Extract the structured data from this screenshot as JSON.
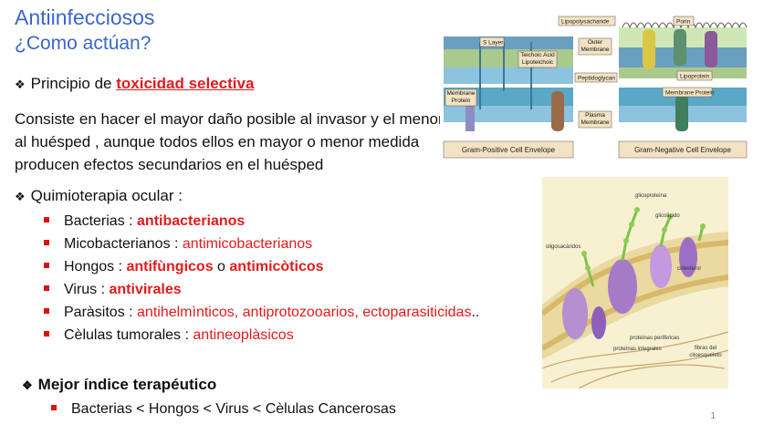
{
  "title": {
    "line1": "Antiinfecciosos",
    "line2": "¿Como actúan?"
  },
  "principio": {
    "prefix": "Principio de ",
    "highlight": "toxicidad selectiva"
  },
  "paragraph": "Consiste en hacer el mayor daño posible al invasor y el menor al huésped , aunque todos ellos en mayor o menor medida producen efectos secundarios en el huésped",
  "quimio": {
    "heading": "Quimioterapia ocular :",
    "items": [
      {
        "label": "Bacterias : ",
        "value": "antibacterianos"
      },
      {
        "label": "Micobacterianos : ",
        "value": "antimicobacterianos"
      },
      {
        "label": "Hongos : ",
        "value": "antifùngicos",
        "mid": " o ",
        "value2": "antimicòticos"
      },
      {
        "label": "Virus : ",
        "value": "antivirales"
      },
      {
        "label": "Paràsitos : ",
        "value": "antihelmìnticos, antiprotozooarios, ectoparasiticidas",
        "suffix": ".."
      },
      {
        "label": "Cèlulas tumorales : ",
        "value": "antineoplàsicos"
      }
    ]
  },
  "indice": {
    "heading": "Mejor índice terapéutico",
    "item": "Bacterias < Hongos < Virus < Cèlulas Cancerosas"
  },
  "page_number": "1",
  "figure_envelope": {
    "labels": {
      "lipo": "Lipopolysacharide",
      "porin": "Porin",
      "slayer": "S Layer",
      "outer": "Outer Membrane",
      "teichoic": "Teichoic Acid Lipoteichoic Acid",
      "peptido": "Peptidoglycan",
      "lipoprotein": "Lipoprotein",
      "memprot2": "Membrane Protein",
      "memprot": "Membrane Protein",
      "plasma": "Plasma Membrane",
      "gram_pos": "Gram-Positive Cell Envelope",
      "gram_neg": "Gram-Negative Cell Envelope"
    }
  },
  "figure_membrane": {
    "labels": {
      "glicoproteina": "glicoproteìna",
      "glicolipido": "glicolìpido",
      "oligosacaridos": "oligosacàridos",
      "colesterol": "colesterol",
      "perifericas": "proteìnas perifèricas",
      "integrales": "proteìnas integrales",
      "fibras": "fibras del citoesqueleto"
    }
  }
}
